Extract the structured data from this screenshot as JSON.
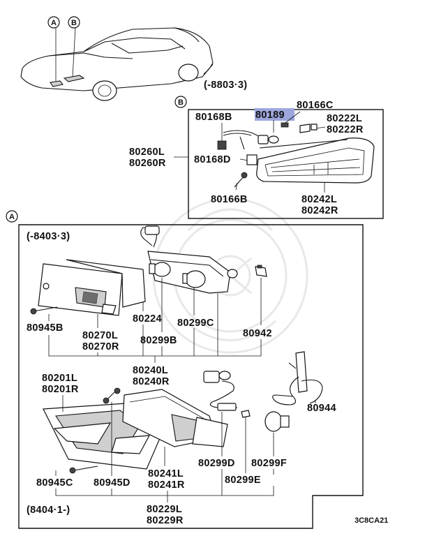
{
  "callouts": {
    "a": "A",
    "b": "B"
  },
  "panel_b": {
    "range": "(-8803·3)",
    "parts": {
      "p80166c": "80166C",
      "p80189": "80189",
      "p80168b": "80168B",
      "p80222l": "80222L",
      "p80222r": "80222R",
      "p80260l": "80260L",
      "p80260r": "80260R",
      "p80168d": "80168D",
      "p80166b": "80166B",
      "p80242l": "80242L",
      "p80242r": "80242R"
    },
    "highlight_color": "#9da6dd"
  },
  "panel_a": {
    "range_top": "(-8403·3)",
    "range_bottom": "(8404·1-)",
    "parts": {
      "p80945b": "80945B",
      "p80270l": "80270L",
      "p80270r": "80270R",
      "p80224": "80224",
      "p80299c": "80299C",
      "p80299b": "80299B",
      "p80942": "80942",
      "p80240l": "80240L",
      "p80240r": "80240R",
      "p80201l": "80201L",
      "p80201r": "80201R",
      "p80944": "80944",
      "p80241l": "80241L",
      "p80241r": "80241R",
      "p80299d": "80299D",
      "p80299f": "80299F",
      "p80945c": "80945C",
      "p80945d": "80945D",
      "p80299e": "80299E",
      "p80229l": "80229L",
      "p80229r": "80229R"
    }
  },
  "diagram_code": "3C8CA21"
}
